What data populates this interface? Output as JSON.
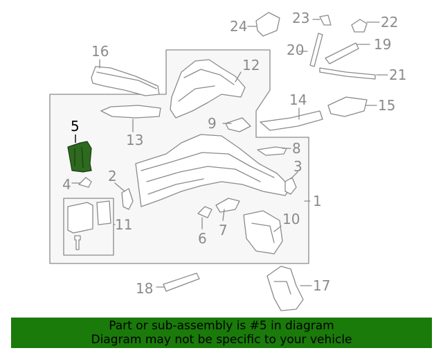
{
  "highlight_color": "#2d6a1f",
  "line_color": "#8a8a8a",
  "banner": {
    "background": "#1a7a0a",
    "line1": "Part or sub-assembly is #5 in diagram",
    "line2": "Diagram may not be specific to your vehicle"
  },
  "callouts": {
    "c1": "1",
    "c2": "2",
    "c3": "3",
    "c4": "4",
    "c5": "5",
    "c6": "6",
    "c7": "7",
    "c8": "8",
    "c9": "9",
    "c10": "10",
    "c11": "11",
    "c12": "12",
    "c13": "13",
    "c14": "14",
    "c15": "15",
    "c16": "16",
    "c17": "17",
    "c18": "18",
    "c19": "19",
    "c20": "20",
    "c21": "21",
    "c22": "22",
    "c23": "23",
    "c24": "24"
  }
}
